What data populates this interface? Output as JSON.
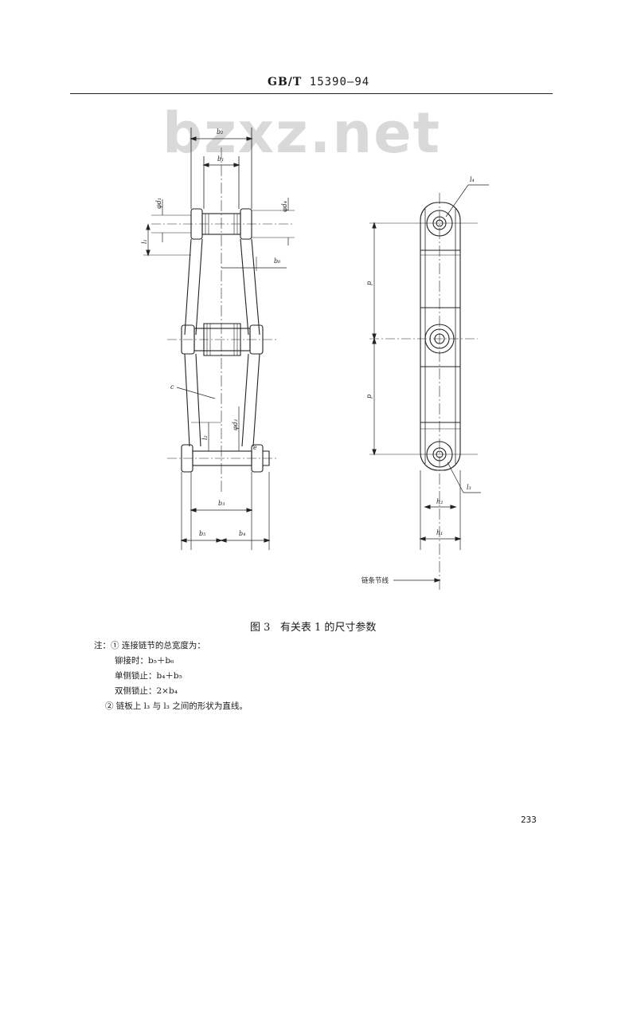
{
  "header": {
    "code": "GB/T",
    "number": "15390—94"
  },
  "watermark": "bzxz.net",
  "left_drawing": {
    "dims": {
      "b2": "b₂",
      "b1": "b₁",
      "d1": "φd₁",
      "d4": "φd₄",
      "l1": "l₁",
      "b6": "b₆",
      "c": "c",
      "l2": "l₂",
      "d3": "φd₃",
      "e": "e",
      "b3": "b₃",
      "b5": "b₅",
      "b4": "b₄"
    }
  },
  "right_drawing": {
    "dims": {
      "l4": "l₄",
      "p_top": "p",
      "p_bottom": "p",
      "l3": "l₃",
      "h2": "h₂",
      "h1": "h₁"
    },
    "pitch_line_label": "链条节线"
  },
  "caption": {
    "figure": "图 3",
    "text": "有关表 1 的尺寸参数"
  },
  "notes": {
    "prefix": "注：",
    "item1_mark": "①",
    "item1": "连接链节的总宽度为：",
    "item1_a": "铆接时：b₅＋b₆",
    "item1_b": "单侧锁止：b₄＋b₅",
    "item1_c": "双侧锁止：2×b₄",
    "item2_mark": "②",
    "item2": "链板上 l₃ 与 l₃ 之间的形状为直线。"
  },
  "page_number": "233"
}
